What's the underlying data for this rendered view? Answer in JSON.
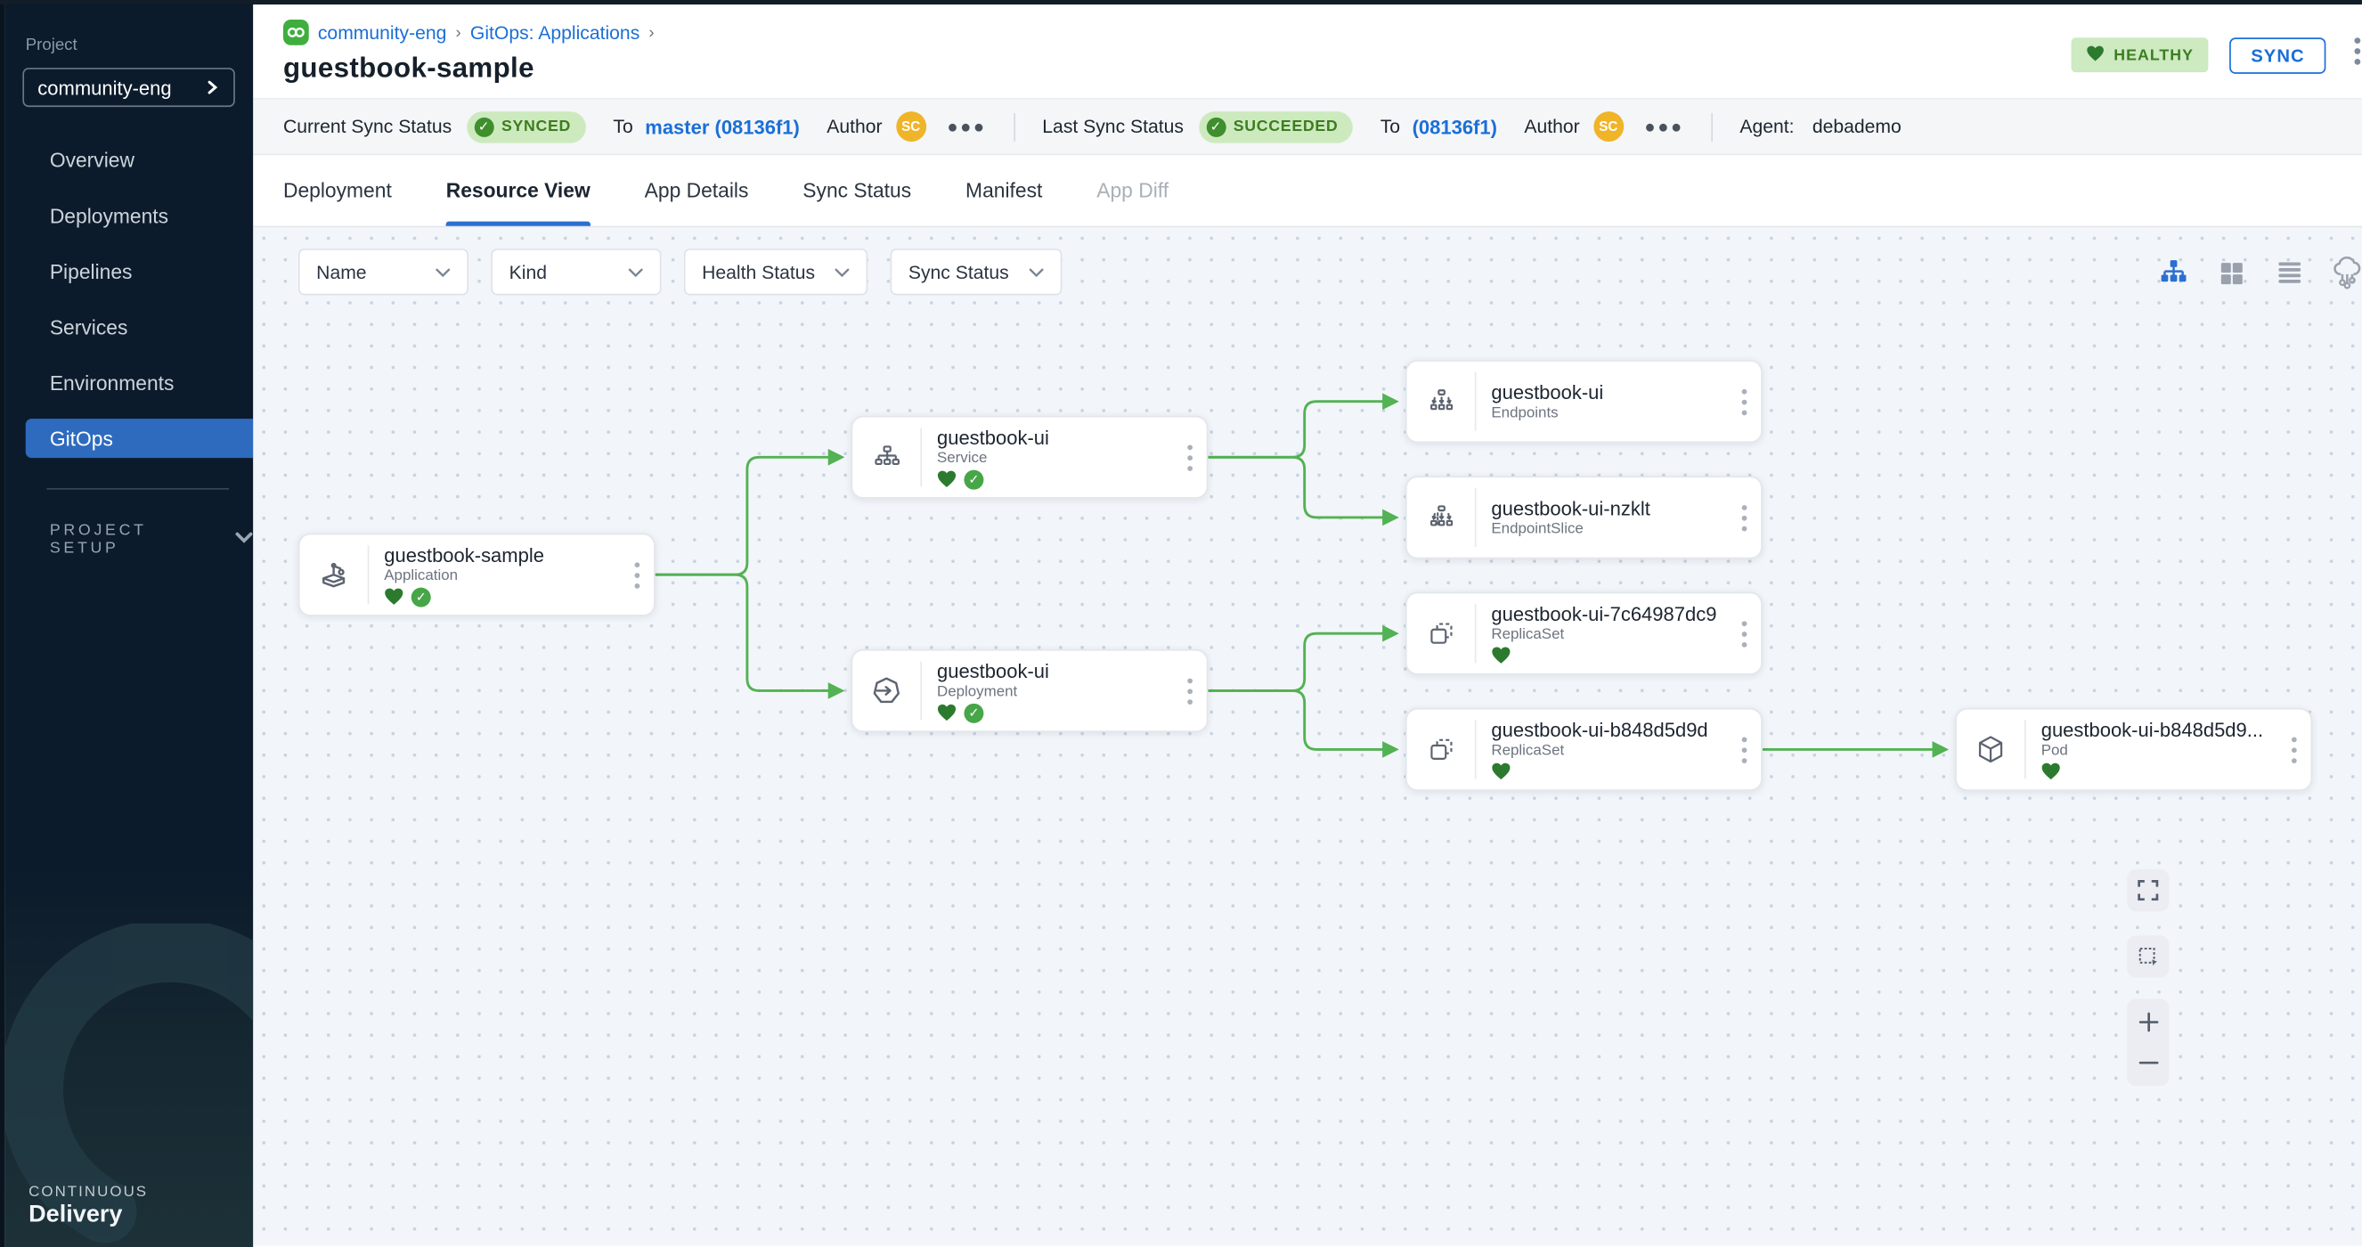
{
  "sidebar": {
    "project_label": "Project",
    "project_selector": "community-eng",
    "nav_items": [
      {
        "label": "Overview"
      },
      {
        "label": "Deployments"
      },
      {
        "label": "Pipelines"
      },
      {
        "label": "Services"
      },
      {
        "label": "Environments"
      },
      {
        "label": "GitOps"
      }
    ],
    "project_setup_label": "PROJECT SETUP",
    "brand": {
      "line1": "CONTINUOUS",
      "line2": "Delivery"
    }
  },
  "header": {
    "breadcrumb": {
      "project": "community-eng",
      "section": "GitOps: Applications"
    },
    "title": "guestbook-sample",
    "health_badge": "HEALTHY",
    "sync_button": "SYNC"
  },
  "statusbar": {
    "current_label": "Current Sync Status",
    "current_badge": "SYNCED",
    "current_to_label": "To",
    "current_to_value": "master (08136f1)",
    "current_author_label": "Author",
    "current_avatar": "SC",
    "last_label": "Last Sync Status",
    "last_badge": "SUCCEEDED",
    "last_to_label": "To",
    "last_to_value": "(08136f1)",
    "last_author_label": "Author",
    "last_avatar": "SC",
    "agent_label": "Agent:",
    "agent_value": "debademo"
  },
  "tabs": [
    {
      "label": "Deployment"
    },
    {
      "label": "Resource View"
    },
    {
      "label": "App Details"
    },
    {
      "label": "Sync Status"
    },
    {
      "label": "Manifest"
    },
    {
      "label": "App Diff"
    }
  ],
  "filters": [
    {
      "label": "Name"
    },
    {
      "label": "Kind"
    },
    {
      "label": "Health Status"
    },
    {
      "label": "Sync Status"
    }
  ],
  "graph": {
    "nodes": [
      {
        "title": "guestbook-sample",
        "kind": "Application",
        "health": "healthy",
        "sync": "synced"
      },
      {
        "title": "guestbook-ui",
        "kind": "Service",
        "health": "healthy",
        "sync": "synced"
      },
      {
        "title": "guestbook-ui",
        "kind": "Deployment",
        "health": "healthy",
        "sync": "synced"
      },
      {
        "title": "guestbook-ui",
        "kind": "Endpoints"
      },
      {
        "title": "guestbook-ui-nzklt",
        "kind": "EndpointSlice"
      },
      {
        "title": "guestbook-ui-7c64987dc9",
        "kind": "ReplicaSet",
        "health": "healthy"
      },
      {
        "title": "guestbook-ui-b848d5d9d",
        "kind": "ReplicaSet",
        "health": "healthy"
      },
      {
        "title": "guestbook-ui-b848d5d9...",
        "kind": "Pod",
        "health": "healthy"
      }
    ]
  },
  "colors": {
    "accent_blue": "#1b6fd6",
    "edge_green": "#53b253",
    "health_heart_green": "#2c7a2e",
    "synced_check_green": "#47a647",
    "badge_bg_green": "#cdeabf",
    "badge_text_green": "#3e7d1f",
    "avatar_orange": "#f0b429",
    "sidebar_bg": "#0c1b2b",
    "nav_selected_blue": "#2e6bbf"
  }
}
